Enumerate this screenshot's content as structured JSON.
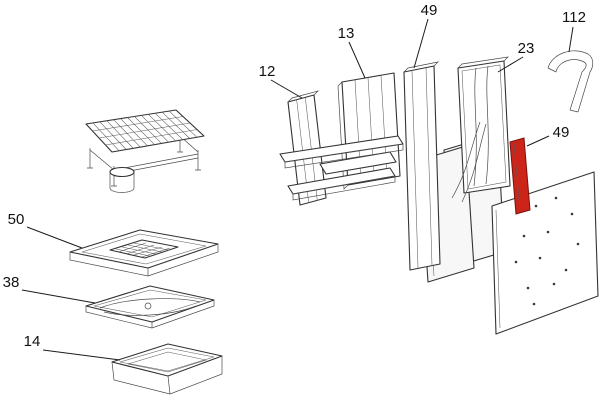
{
  "diagram": {
    "type": "exploded-parts-diagram",
    "background": "#ffffff",
    "colors": {
      "line": "#333333",
      "highlight": "#cc2418",
      "label_text": "#111111"
    },
    "labels": {
      "l12": {
        "text": "12"
      },
      "l13": {
        "text": "13"
      },
      "l49a": {
        "text": "49"
      },
      "l23": {
        "text": "23"
      },
      "l112": {
        "text": "112"
      },
      "l49b": {
        "text": "49"
      },
      "l50": {
        "text": "50"
      },
      "l38": {
        "text": "38"
      },
      "l14": {
        "text": "14"
      }
    }
  }
}
